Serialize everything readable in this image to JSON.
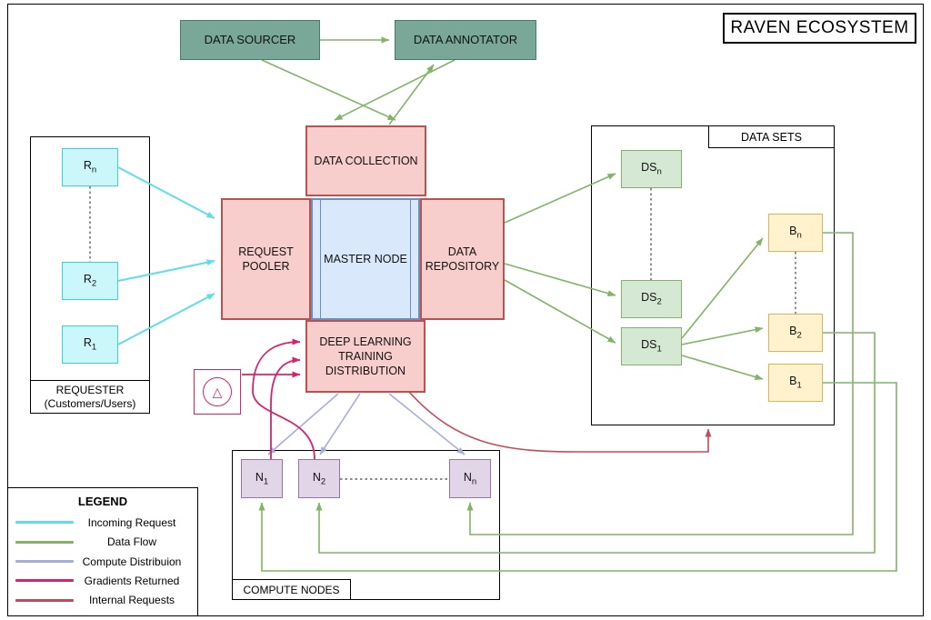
{
  "title": "RAVEN ECOSYSTEM",
  "nodes": {
    "data_sourcer": "DATA SOURCER",
    "data_annotator": "DATA ANNOTATOR",
    "data_collection": "DATA COLLECTION",
    "request_pooler": "REQUEST POOLER",
    "master_node": "MASTER NODE",
    "data_repository": "DATA REPOSITORY",
    "deep_learning_training_distribution": "DEEP LEARNING TRAINING DISTRIBUTION",
    "delta_symbol": "△"
  },
  "requester": {
    "title": "REQUESTER",
    "subtitle": "(Customers/Users)",
    "items": [
      {
        "base": "R",
        "sub": "n"
      },
      {
        "base": "R",
        "sub": "2"
      },
      {
        "base": "R",
        "sub": "1"
      }
    ]
  },
  "data_sets": {
    "title": "DATA SETS",
    "ds_items": [
      {
        "base": "DS",
        "sub": "n"
      },
      {
        "base": "DS",
        "sub": "2"
      },
      {
        "base": "DS",
        "sub": "1"
      }
    ],
    "b_items": [
      {
        "base": "B",
        "sub": "n"
      },
      {
        "base": "B",
        "sub": "2"
      },
      {
        "base": "B",
        "sub": "1"
      }
    ]
  },
  "compute_nodes": {
    "title": "COMPUTE NODES",
    "items": [
      {
        "base": "N",
        "sub": "1"
      },
      {
        "base": "N",
        "sub": "2"
      },
      {
        "base": "N",
        "sub": "n"
      }
    ]
  },
  "legend": {
    "title": "LEGEND",
    "items": [
      {
        "label": "Incoming Request",
        "color": "#5fdde9"
      },
      {
        "label": "Data Flow",
        "color": "#82b366"
      },
      {
        "label": "Compute Distribuion",
        "color": "#a6addf"
      },
      {
        "label": "Gradients Returned",
        "color": "#d5246e"
      },
      {
        "label": "Internal Requests",
        "color": "#c34a5a"
      }
    ]
  },
  "colors": {
    "incoming": "#5fdde9",
    "dataflow": "#82b366",
    "compute": "#a6addf",
    "gradient": "#d5246e",
    "internal": "#c34a5a",
    "teal_fill": "#79a898",
    "teal_stroke": "#4a7a6c",
    "pink_fill": "#f8cecc",
    "pink_stroke": "#b85450",
    "blue_fill": "#dae8fc",
    "blue_stroke": "#6c8ebf",
    "cyan_fill": "#ccf7fa",
    "cyan_stroke": "#3ad2e0",
    "green_fill": "#d5e8d4",
    "green_stroke": "#82b366",
    "yellow_fill": "#fff2cc",
    "yellow_stroke": "#d6b656",
    "purple_fill": "#e1d5e7",
    "purple_stroke": "#9673a6"
  }
}
